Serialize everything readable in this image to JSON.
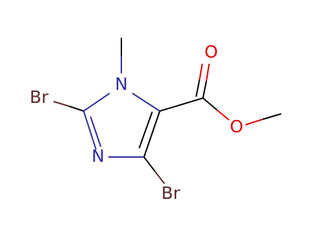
{
  "molecule": {
    "atoms": [
      {
        "id": "n1",
        "label": "N",
        "color": "#2E2F9E"
      },
      {
        "id": "n3",
        "label": "N",
        "color": "#2E2F9E"
      },
      {
        "id": "br2",
        "label": "Br",
        "color": "#5A2A2A"
      },
      {
        "id": "br4",
        "label": "Br",
        "color": "#5A2A2A"
      },
      {
        "id": "o_carbonyl",
        "label": "O",
        "color": "#E00000"
      },
      {
        "id": "o_ester",
        "label": "O",
        "color": "#E00000"
      }
    ],
    "colors": {
      "bond": "#000000",
      "nitrogen": "#2E2F9E",
      "bromine": "#5A2A2A",
      "oxygen": "#E00000"
    }
  }
}
